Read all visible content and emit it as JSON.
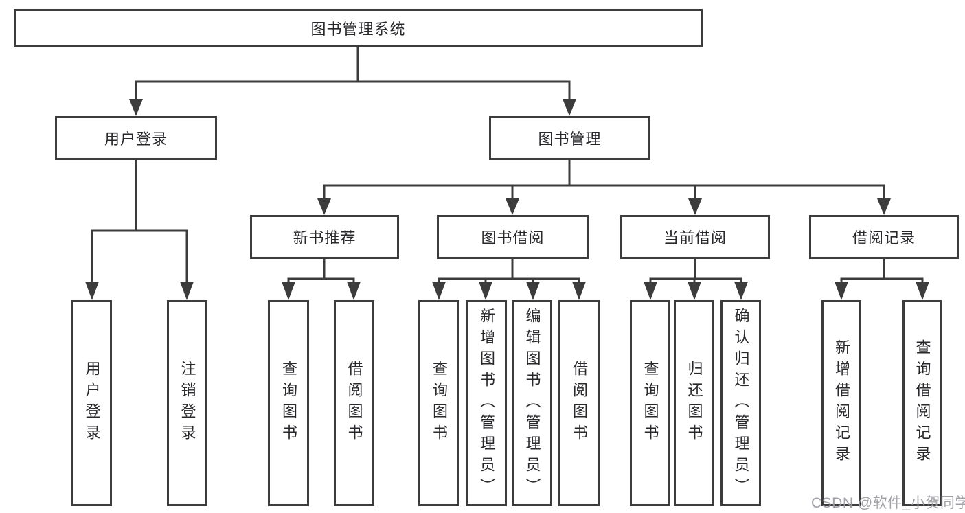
{
  "tree": {
    "root": {
      "label": "图书管理系统",
      "children": [
        {
          "label": "用户登录",
          "children": [
            {
              "label": "用户登录"
            },
            {
              "label": "注销登录"
            }
          ]
        },
        {
          "label": "图书管理",
          "children": [
            {
              "label": "新书推荐",
              "children": [
                {
                  "label": "查询图书"
                },
                {
                  "label": "借阅图书"
                }
              ]
            },
            {
              "label": "图书借阅",
              "children": [
                {
                  "label": "查询图书"
                },
                {
                  "label": "新增图书（管理员）"
                },
                {
                  "label": "编辑图书（管理员）"
                },
                {
                  "label": "借阅图书"
                }
              ]
            },
            {
              "label": "当前借阅",
              "children": [
                {
                  "label": "查询图书"
                },
                {
                  "label": "归还图书"
                },
                {
                  "label": "确认归还（管理员）"
                }
              ]
            },
            {
              "label": "借阅记录",
              "children": [
                {
                  "label": "新增借阅记录"
                },
                {
                  "label": "查询借阅记录"
                }
              ]
            }
          ]
        }
      ]
    }
  },
  "watermark": {
    "text": "CSDN @软件_小贺同学"
  },
  "colors": {
    "line": "#3c3c3c",
    "box_border": "#3c3c3c",
    "text": "#29292d",
    "watermark": "#9c9ca3",
    "background": "#ffffff"
  }
}
